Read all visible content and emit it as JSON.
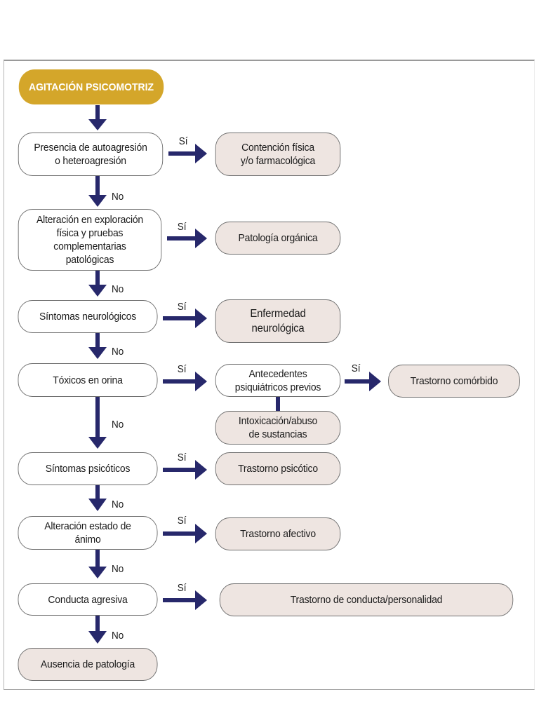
{
  "colors": {
    "start_fill": "#d4a62a",
    "arrow": "#27286b",
    "result_fill": "#eee5e1",
    "question_fill": "#ffffff"
  },
  "start": "AGITACIÓN PSICOMOTRIZ",
  "labels": {
    "yes": "Sí",
    "no": "No"
  },
  "questions": [
    {
      "id": "q1",
      "text": "Presencia de autoagresión\no heteroagresión",
      "yes_result": "Contención física\ny/o farmacológica"
    },
    {
      "id": "q2",
      "text": "Alteración en exploración\nfísica y pruebas\ncomplementarias\npatológicas",
      "yes_result": "Patología orgánica"
    },
    {
      "id": "q3",
      "text": "Síntomas neurológicos",
      "yes_result": "Enfermedad\nneurológica"
    },
    {
      "id": "q4",
      "text": "Tóxicos en orina",
      "yes_result": "Antecedentes\npsiquiátricos previos"
    },
    {
      "id": "q5",
      "text": "Síntomas psicóticos",
      "yes_result": "Trastorno psicótico"
    },
    {
      "id": "q6",
      "text": "Alteración estado de\nánimo",
      "yes_result": "Trastorno afectivo"
    },
    {
      "id": "q7",
      "text": "Conducta agresiva",
      "yes_result": "Trastorno de conducta/personalidad"
    }
  ],
  "sub_branch": {
    "yes_result": "Trastorno comórbido",
    "other_result": "Intoxicación/abuso\nde sustancias"
  },
  "end": "Ausencia de patología"
}
